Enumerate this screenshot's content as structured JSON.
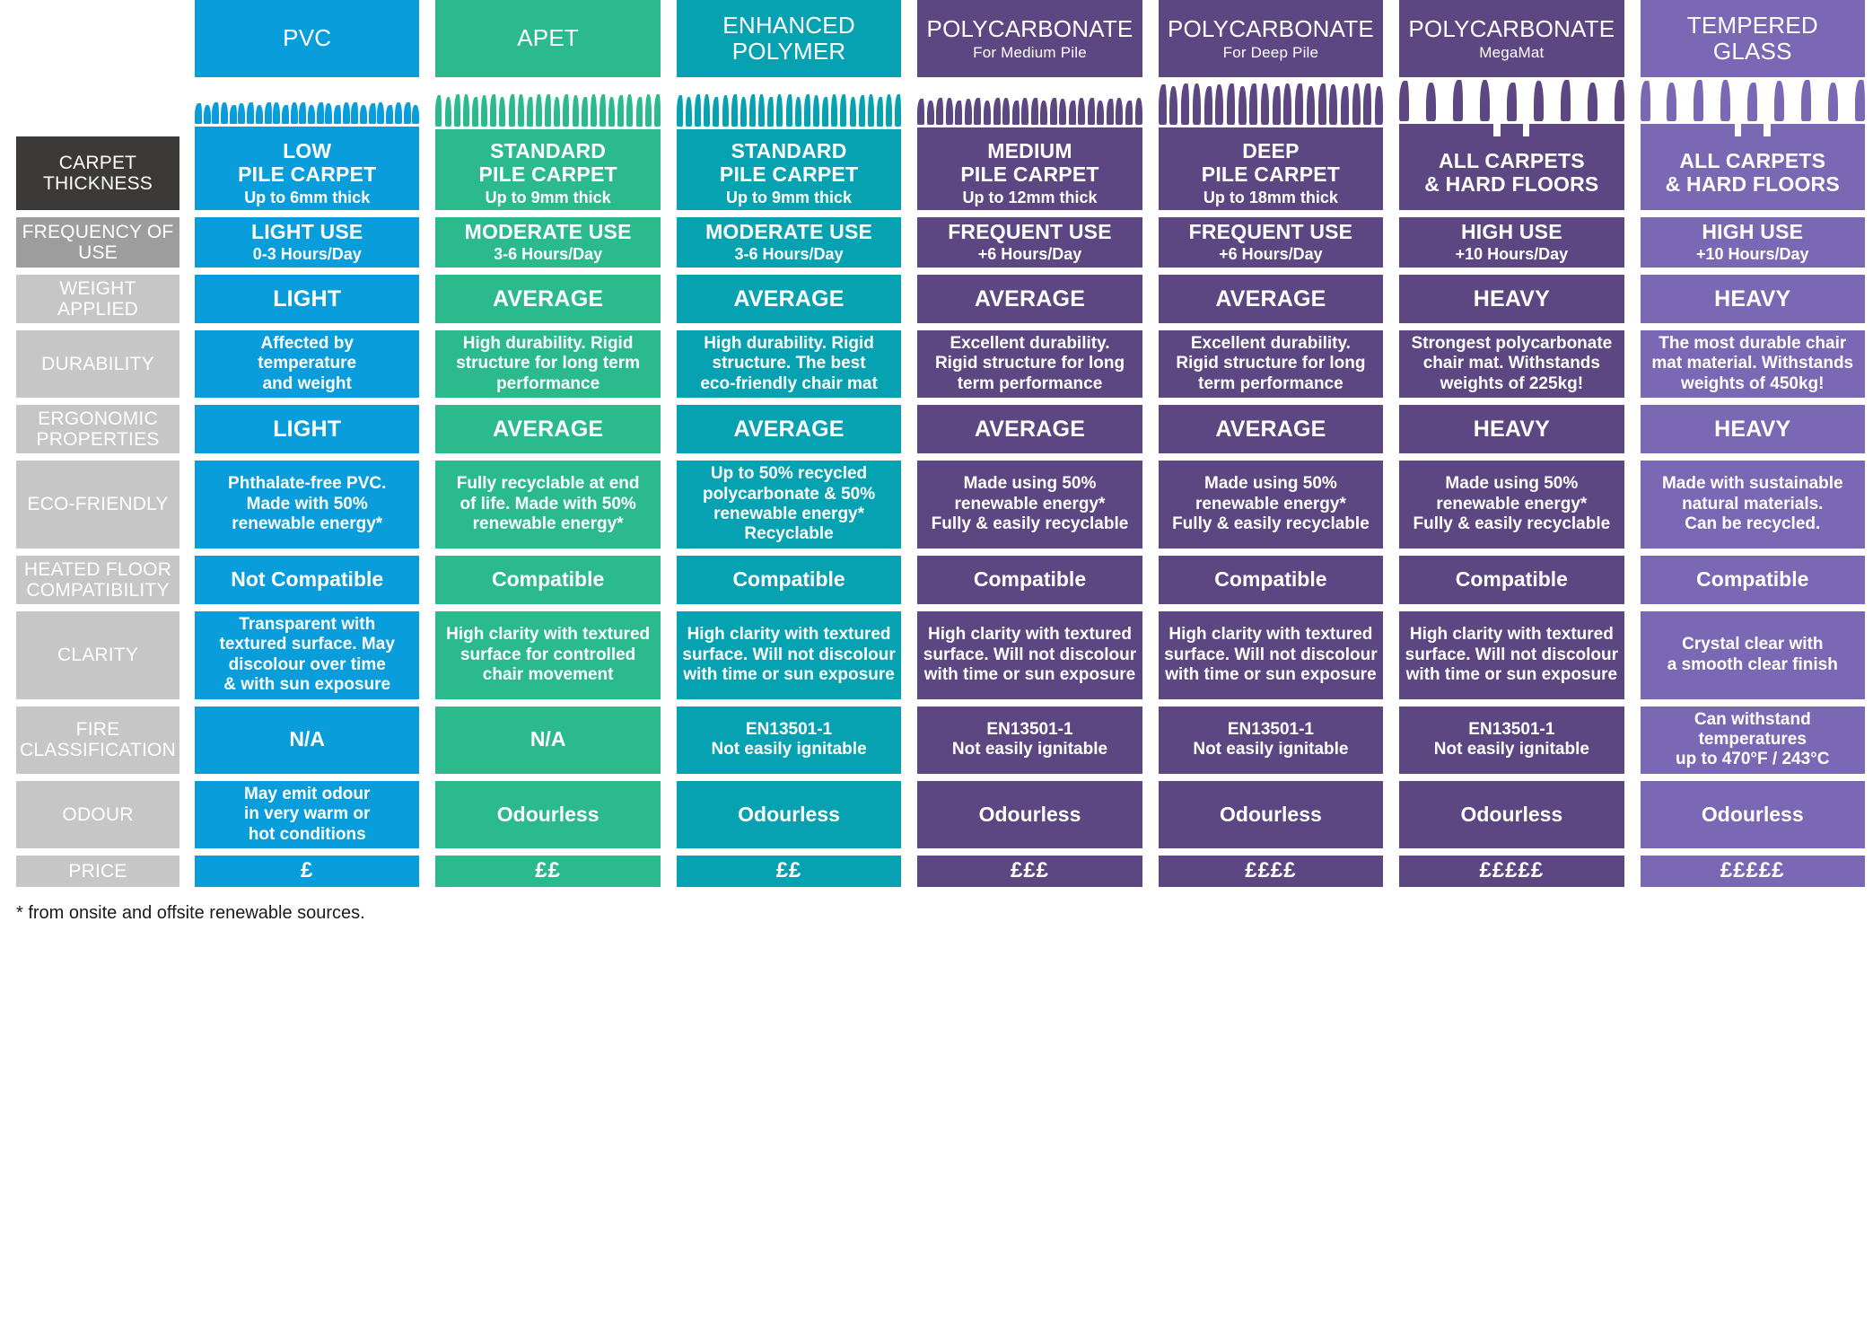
{
  "colors": {
    "pvc": "#0a9ddb",
    "apet": "#2bba8c",
    "enhanced_polymer": "#07a2b2",
    "polycarbonate_medium": "#5c4782",
    "polycarbonate_deep": "#5c4782",
    "polycarbonate_megamat": "#5c4782",
    "tempered_glass": "#7b68b5",
    "label_dark": "#3b3a38",
    "label_mid": "#9d9d9d",
    "label_light": "#c6c6c6",
    "text_on_fill": "#ffffff",
    "footnote_text": "#1a1a1a"
  },
  "columns": [
    {
      "key": "pvc",
      "title": "PVC",
      "subtitle": "",
      "color": "#0a9ddb",
      "pile": {
        "count": 26,
        "fibre_height": 24,
        "fibre_width": 8,
        "base_height": 11,
        "split": false
      }
    },
    {
      "key": "apet",
      "title": "APET",
      "subtitle": "",
      "color": "#2bba8c",
      "pile": {
        "count": 25,
        "fibre_height": 36,
        "fibre_width": 7,
        "base_height": 8,
        "split": false
      }
    },
    {
      "key": "enhanced_polymer",
      "title": "ENHANCED POLYMER",
      "subtitle": "",
      "color": "#07a2b2",
      "pile": {
        "count": 25,
        "fibre_height": 36,
        "fibre_width": 7,
        "base_height": 8,
        "split": false
      }
    },
    {
      "key": "polycarbonate_medium",
      "title": "POLYCARBONATE",
      "subtitle": "For Medium Pile",
      "color": "#5c4782",
      "pile": {
        "count": 24,
        "fibre_height": 30,
        "fibre_width": 8,
        "base_height": 10,
        "split": false
      }
    },
    {
      "key": "polycarbonate_deep",
      "title": "POLYCARBONATE",
      "subtitle": "For Deep Pile",
      "color": "#5c4782",
      "pile": {
        "count": 20,
        "fibre_height": 46,
        "fibre_width": 9,
        "base_height": 10,
        "split": false
      }
    },
    {
      "key": "polycarbonate_megamat",
      "title": "POLYCARBONATE",
      "subtitle": "MegaMat",
      "color": "#5c4782",
      "pile": {
        "count": 9,
        "fibre_height": 46,
        "fibre_width": 11,
        "base_height": 14,
        "split": true
      }
    },
    {
      "key": "tempered_glass",
      "title": "TEMPERED GLASS",
      "subtitle": "",
      "color": "#7b68b5",
      "pile": {
        "count": 9,
        "fibre_height": 46,
        "fibre_width": 11,
        "base_height": 14,
        "split": true
      }
    }
  ],
  "rows": [
    {
      "key": "carpet-thickness",
      "label": "CARPET THICKNESS",
      "label_style": "dark",
      "cells": [
        {
          "title": "LOW\nPILE CARPET",
          "sub": "Up to 6mm thick"
        },
        {
          "title": "STANDARD\nPILE CARPET",
          "sub": "Up to 9mm thick"
        },
        {
          "title": "STANDARD\nPILE CARPET",
          "sub": "Up to 9mm thick"
        },
        {
          "title": "MEDIUM\nPILE CARPET",
          "sub": "Up to 12mm thick"
        },
        {
          "title": "DEEP\nPILE CARPET",
          "sub": "Up to 18mm thick"
        },
        {
          "title": "ALL CARPETS\n& HARD FLOORS",
          "sub": ""
        },
        {
          "title": "ALL CARPETS\n& HARD FLOORS",
          "sub": ""
        }
      ]
    },
    {
      "key": "frequency-of-use",
      "label": "FREQUENCY OF USE",
      "label_style": "mid",
      "cells": [
        {
          "title": "LIGHT USE",
          "sub": "0-3 Hours/Day"
        },
        {
          "title": "MODERATE USE",
          "sub": "3-6 Hours/Day"
        },
        {
          "title": "MODERATE USE",
          "sub": "3-6 Hours/Day"
        },
        {
          "title": "FREQUENT USE",
          "sub": "+6 Hours/Day"
        },
        {
          "title": "FREQUENT USE",
          "sub": "+6 Hours/Day"
        },
        {
          "title": "HIGH USE",
          "sub": "+10 Hours/Day"
        },
        {
          "title": "HIGH USE",
          "sub": "+10 Hours/Day"
        }
      ]
    },
    {
      "key": "weight-applied",
      "label": "WEIGHT APPLIED",
      "label_style": "light",
      "cells": [
        {
          "title": "LIGHT",
          "sub": ""
        },
        {
          "title": "AVERAGE",
          "sub": ""
        },
        {
          "title": "AVERAGE",
          "sub": ""
        },
        {
          "title": "AVERAGE",
          "sub": ""
        },
        {
          "title": "AVERAGE",
          "sub": ""
        },
        {
          "title": "HEAVY",
          "sub": ""
        },
        {
          "title": "HEAVY",
          "sub": ""
        }
      ]
    },
    {
      "key": "durability",
      "label": "DURABILITY",
      "label_style": "light",
      "cells": [
        {
          "title": "Affected by\ntemperature\nand weight",
          "sub": ""
        },
        {
          "title": "High durability. Rigid\nstructure for long term\nperformance",
          "sub": ""
        },
        {
          "title": "High durability. Rigid\nstructure. The best\neco-friendly chair mat",
          "sub": ""
        },
        {
          "title": "Excellent durability.\nRigid structure for long\nterm performance",
          "sub": ""
        },
        {
          "title": "Excellent durability.\nRigid structure for long\nterm performance",
          "sub": ""
        },
        {
          "title": "Strongest polycarbonate\nchair mat. Withstands\nweights of 225kg!",
          "sub": ""
        },
        {
          "title": "The most durable chair\nmat material. Withstands\nweights of 450kg!",
          "sub": ""
        }
      ]
    },
    {
      "key": "ergonomic-properties",
      "label": "ERGONOMIC PROPERTIES",
      "label_style": "light",
      "cells": [
        {
          "title": "LIGHT",
          "sub": ""
        },
        {
          "title": "AVERAGE",
          "sub": ""
        },
        {
          "title": "AVERAGE",
          "sub": ""
        },
        {
          "title": "AVERAGE",
          "sub": ""
        },
        {
          "title": "AVERAGE",
          "sub": ""
        },
        {
          "title": "HEAVY",
          "sub": ""
        },
        {
          "title": "HEAVY",
          "sub": ""
        }
      ]
    },
    {
      "key": "eco-friendly",
      "label": "ECO-FRIENDLY",
      "label_style": "light",
      "cells": [
        {
          "title": "Phthalate-free PVC.\nMade with 50%\nrenewable energy*",
          "sub": ""
        },
        {
          "title": "Fully recyclable at end\nof life. Made with 50%\nrenewable energy*",
          "sub": ""
        },
        {
          "title": "Up to 50% recycled\npolycarbonate & 50%\nrenewable energy*\nRecyclable",
          "sub": ""
        },
        {
          "title": "Made using 50%\nrenewable energy*\nFully & easily recyclable",
          "sub": ""
        },
        {
          "title": "Made using 50%\nrenewable energy*\nFully & easily recyclable",
          "sub": ""
        },
        {
          "title": "Made using 50%\nrenewable energy*\nFully & easily recyclable",
          "sub": ""
        },
        {
          "title": "Made with sustainable\nnatural materials.\nCan be recycled.",
          "sub": ""
        }
      ]
    },
    {
      "key": "heated-floor-compatibility",
      "label": "HEATED FLOOR COMPATIBILITY",
      "label_style": "light",
      "cells": [
        {
          "title": "Not Compatible",
          "sub": ""
        },
        {
          "title": "Compatible",
          "sub": ""
        },
        {
          "title": "Compatible",
          "sub": ""
        },
        {
          "title": "Compatible",
          "sub": ""
        },
        {
          "title": "Compatible",
          "sub": ""
        },
        {
          "title": "Compatible",
          "sub": ""
        },
        {
          "title": "Compatible",
          "sub": ""
        }
      ]
    },
    {
      "key": "clarity",
      "label": "CLARITY",
      "label_style": "light",
      "cells": [
        {
          "title": "Transparent with\ntextured surface. May\ndiscolour over time\n& with sun exposure",
          "sub": ""
        },
        {
          "title": "High clarity with textured\nsurface for controlled\nchair movement",
          "sub": ""
        },
        {
          "title": "High clarity with textured\nsurface. Will not discolour\nwith time or sun exposure",
          "sub": ""
        },
        {
          "title": "High clarity with textured\nsurface. Will not discolour\nwith time or sun exposure",
          "sub": ""
        },
        {
          "title": "High clarity with textured\nsurface. Will not discolour\nwith time or sun exposure",
          "sub": ""
        },
        {
          "title": "High clarity with textured\nsurface. Will not discolour\nwith time or sun exposure",
          "sub": ""
        },
        {
          "title": "Crystal clear with\na smooth clear finish",
          "sub": ""
        }
      ]
    },
    {
      "key": "fire-classification",
      "label": "FIRE CLASSIFICATION",
      "label_style": "light",
      "cells": [
        {
          "title": "N/A",
          "sub": ""
        },
        {
          "title": "N/A",
          "sub": ""
        },
        {
          "title": "EN13501-1\nNot easily ignitable",
          "sub": ""
        },
        {
          "title": "EN13501-1\nNot easily ignitable",
          "sub": ""
        },
        {
          "title": "EN13501-1\nNot easily ignitable",
          "sub": ""
        },
        {
          "title": "EN13501-1\nNot easily ignitable",
          "sub": ""
        },
        {
          "title": "Can withstand\ntemperatures\nup to 470°F / 243°C",
          "sub": ""
        }
      ]
    },
    {
      "key": "odour",
      "label": "ODOUR",
      "label_style": "light",
      "cells": [
        {
          "title": "May emit odour\nin very warm or\nhot conditions",
          "sub": ""
        },
        {
          "title": "Odourless",
          "sub": ""
        },
        {
          "title": "Odourless",
          "sub": ""
        },
        {
          "title": "Odourless",
          "sub": ""
        },
        {
          "title": "Odourless",
          "sub": ""
        },
        {
          "title": "Odourless",
          "sub": ""
        },
        {
          "title": "Odourless",
          "sub": ""
        }
      ]
    },
    {
      "key": "price",
      "label": "PRICE",
      "label_style": "light",
      "cells": [
        {
          "title": "£",
          "sub": ""
        },
        {
          "title": "££",
          "sub": ""
        },
        {
          "title": "££",
          "sub": ""
        },
        {
          "title": "£££",
          "sub": ""
        },
        {
          "title": "££££",
          "sub": ""
        },
        {
          "title": "£££££",
          "sub": ""
        },
        {
          "title": "£££££",
          "sub": ""
        }
      ]
    }
  ],
  "footnote": "* from onsite and offsite renewable sources."
}
